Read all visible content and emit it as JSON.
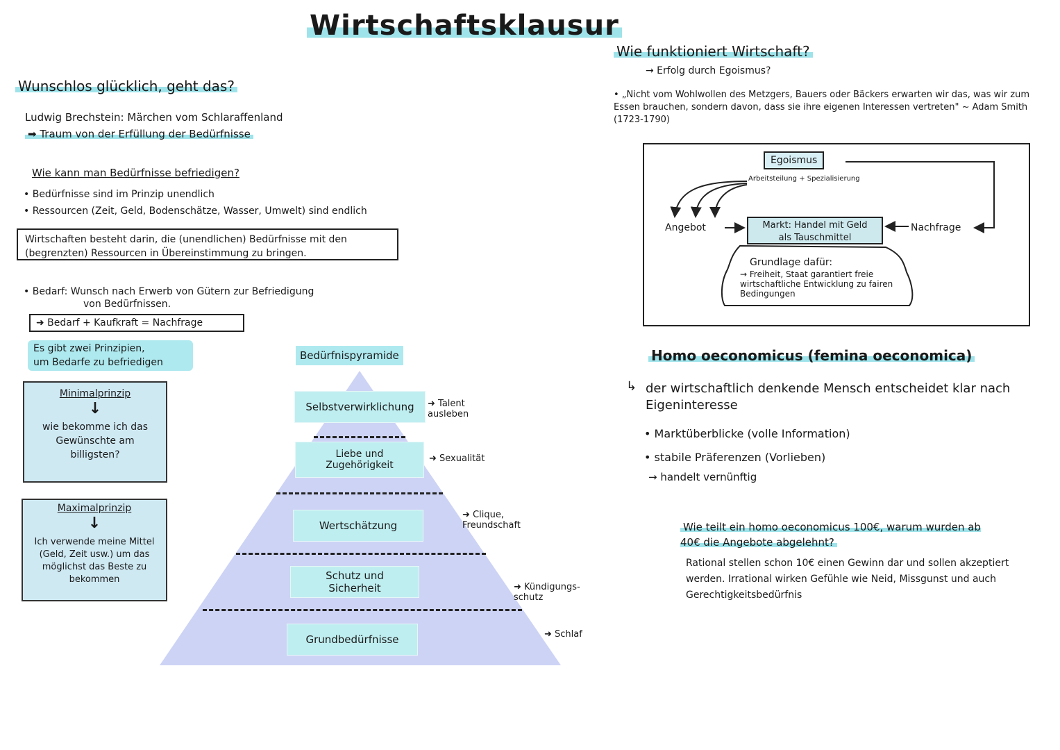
{
  "title": "Wirtschaftsklausur",
  "left": {
    "heading": "Wunschlos glücklich, geht das?",
    "book": "Ludwig Brechstein: Märchen vom Schlaraffenland",
    "book_note": "➡ Traum von der Erfüllung der Bedürfnisse",
    "q_heading": "Wie kann man Bedürfnisse befriedigen?",
    "bullets": [
      "• Bedürfnisse sind im Prinzip unendlich",
      "• Ressourcen (Zeit, Geld, Bodenschätze, Wasser, Umwelt) sind endlich"
    ],
    "definition": "Wirtschaften besteht darin, die (unendlichen) Bedürfnisse mit den (begrenzten) Ressourcen in Übereinstimmung zu bringen.",
    "bedarf_line1": "• Bedarf: Wunsch nach Erwerb von Gütern zur Befriedigung",
    "bedarf_line2": "von Bedürfnissen.",
    "formula": "➜ Bedarf + Kaufkraft = Nachfrage",
    "principles_heading_1": "Es gibt zwei Prinzipien,",
    "principles_heading_2": "um Bedarfe zu befriedigen",
    "min_title": "Minimalprinzip",
    "min_arrow": "↓",
    "min_text": "wie bekomme ich das Gewünschte am billigsten?",
    "max_title": "Maximalprinzip",
    "max_arrow": "↓",
    "max_text": "Ich verwende meine Mittel (Geld, Zeit usw.) um das möglichst das Beste zu bekommen"
  },
  "pyramid": {
    "heading": "Bedürfnispyramide",
    "levels": [
      {
        "label": "Selbstverwirklichung",
        "note": "➜ Talent ausleben"
      },
      {
        "label": "Liebe und Zugehörigkeit",
        "note": "➜ Sexualität"
      },
      {
        "label": "Wertschätzung",
        "note": "➜ Clique, Freundschaft"
      },
      {
        "label": "Schutz und Sicherheit",
        "note": "➜ Kündigungs-schutz"
      },
      {
        "label": "Grundbedürfnisse",
        "note": "➜ Schlaf"
      }
    ],
    "fill_color": "#cdd3f5"
  },
  "right": {
    "heading": "Wie funktioniert Wirtschaft?",
    "sub": "→ Erfolg durch Egoismus?",
    "quote": "• „Nicht vom Wohlwollen des Metzgers, Bauers oder Bäckers erwarten wir das, was wir zum Essen brauchen, sondern davon, dass sie ihre eigenen Interessen vertreten\" ~ Adam Smith (1723-1790)",
    "diagram": {
      "egoismus": "Egoismus",
      "arbeit": "Arbeitsteilung + Spezialisierung",
      "angebot": "Angebot",
      "markt_1": "Markt: Handel mit Geld",
      "markt_2": "als Tauschmittel",
      "nachfrage": "Nachfrage",
      "grund_title": "Grundlage dafür:",
      "grund_text": "→ Freiheit, Staat garantiert freie wirtschaftliche Entwicklung zu fairen Bedingungen"
    },
    "homo_heading": "Homo oeconomicus (femina oeconomica)",
    "homo_intro": "der wirtschaftlich denkende Mensch entscheidet klar nach Eigeninteresse",
    "homo_bullets": [
      "• Marktüberblicke (volle Information)",
      "• stabile Präferenzen (Vorlieben)"
    ],
    "homo_result": "→ handelt vernünftig",
    "question": "Wie teilt ein homo oeconomicus 100€, warum wurden ab 40€ die Angebote abgelehnt?",
    "answer": "Rational stellen schon 10€ einen Gewinn dar und sollen akzeptiert werden. Irrational wirken Gefühle wie Neid, Missgunst und auch Gerechtigkeitsbedürfnis"
  }
}
